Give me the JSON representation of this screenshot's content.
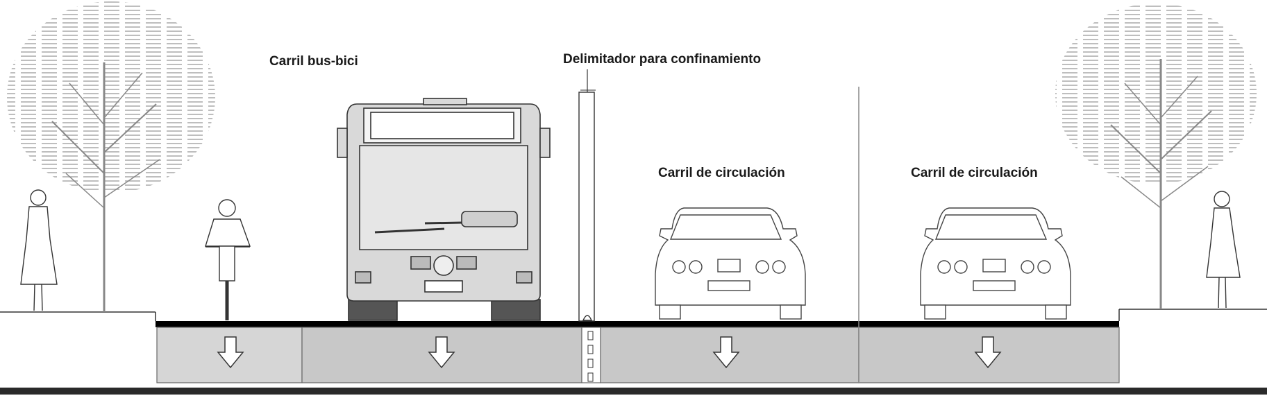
{
  "labels": {
    "bus_bike_lane": "Carril bus-bici",
    "delimiter": "Delimitador para confinamiento",
    "traffic_lane_1": "Carril de circulación",
    "traffic_lane_2": "Carril de circulación"
  },
  "colors": {
    "road_band": "#000000",
    "lane_fill": "#c8c8c8",
    "lane_fill_light": "#d6d6d6",
    "outline": "#555555",
    "tree": "#9a9a9a",
    "bus_fill": "#d9d9d9"
  },
  "icons": [
    "tree-icon",
    "pedestrian-icon",
    "cyclist-icon",
    "bus-icon",
    "car-icon",
    "down-arrow-icon",
    "delimiter-post-icon"
  ]
}
